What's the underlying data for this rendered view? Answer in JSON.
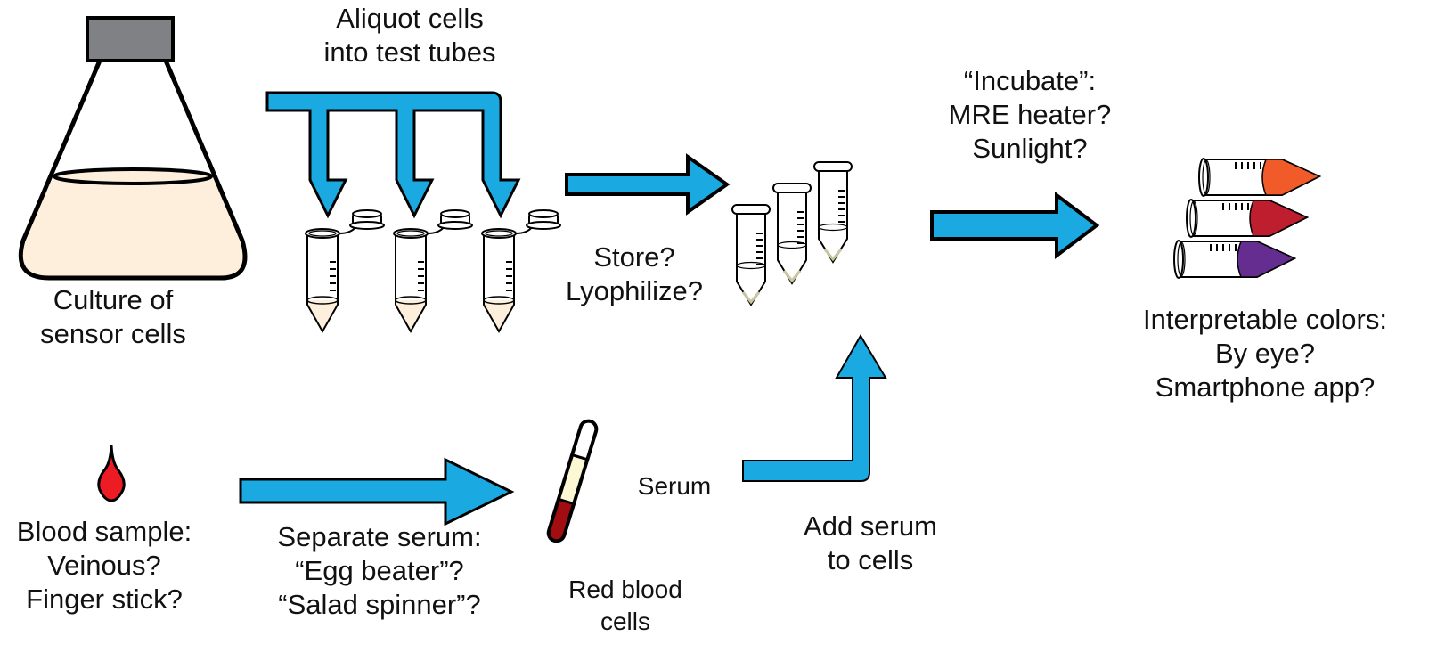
{
  "colors": {
    "arrow": "#1AAAE1",
    "culture": "#FDEFDB",
    "cap": "#808184",
    "blood": "#ED1C24",
    "rbc": "#A10D11",
    "serum": "#FBF8D3",
    "pellet": "#C9C5A0",
    "orange": "#F15A29",
    "red": "#BE1E2D",
    "purple": "#662D91"
  },
  "labels": {
    "culture": [
      "Culture of",
      "sensor cells"
    ],
    "aliquot": [
      "Aliquot cells",
      "into test tubes"
    ],
    "store": [
      "Store?",
      "Lyophilize?"
    ],
    "incubate": [
      "“Incubate”:",
      "MRE heater?",
      "Sunlight?"
    ],
    "interpret": [
      "Interpretable colors:",
      "By eye?",
      "Smartphone app?"
    ],
    "blood": [
      "Blood sample:",
      "Veinous?",
      "Finger stick?"
    ],
    "separate": [
      "Separate serum:",
      "“Egg beater”?",
      "“Salad spinner”?"
    ],
    "serum": "Serum",
    "rbc": [
      "Red blood",
      "cells"
    ],
    "add_serum": [
      "Add serum",
      "to cells"
    ]
  }
}
